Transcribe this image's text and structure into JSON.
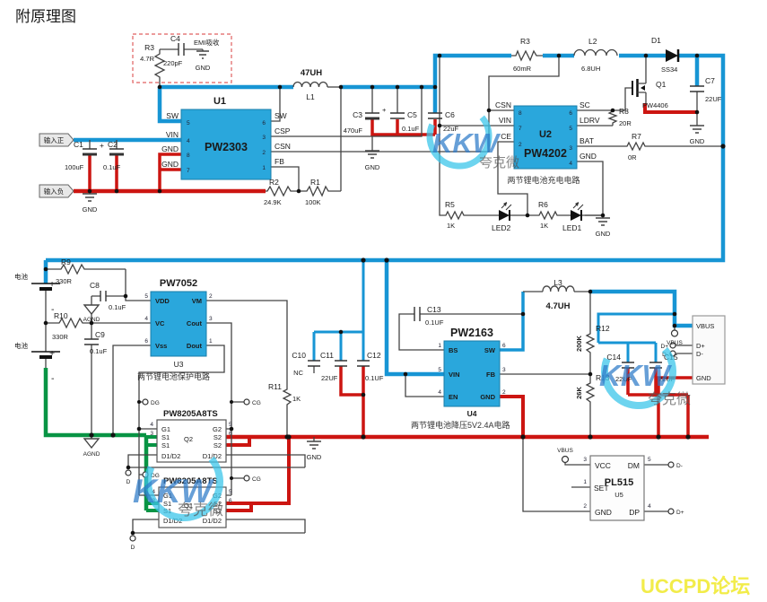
{
  "title": "附原理图",
  "watermark": {
    "kkw": "KKW",
    "kuakewei": "夸克微",
    "forum": "UCCPD论坛"
  },
  "tags": {
    "in_pos": "输入正",
    "in_neg": "输入负",
    "battery": "电池",
    "gnd": "GND",
    "agnd": "AGND",
    "plus": "+",
    "minus": "-",
    "nc": "NC"
  },
  "emi": {
    "c_ref": "C4",
    "c_val": "220pF",
    "label": "EMI吸收",
    "r_ref": "R3",
    "r_val": "4.7R"
  },
  "ics": {
    "u1": {
      "ref": "U1",
      "part": "PW2303",
      "left": [
        {
          "n": "5",
          "l": "SW"
        },
        {
          "n": "4",
          "l": "VIN"
        },
        {
          "n": "8",
          "l": "GND"
        },
        {
          "n": "7",
          "l": "GND"
        }
      ],
      "right": [
        {
          "n": "6",
          "l": "SW"
        },
        {
          "n": "3",
          "l": "CSP"
        },
        {
          "n": "2",
          "l": "CSN"
        },
        {
          "n": "1",
          "l": "FB"
        }
      ]
    },
    "u2": {
      "ref": "U2",
      "part": "PW4202",
      "caption": "两节锂电池充电电路",
      "left": [
        {
          "n": "8",
          "l": "CSN"
        },
        {
          "n": "7",
          "l": "VIN"
        },
        {
          "n": "2",
          "l": "CE"
        }
      ],
      "right": [
        {
          "n": "6",
          "l": "SC"
        },
        {
          "n": "5",
          "l": "LDRV"
        },
        {
          "n": "3",
          "l": "BAT"
        },
        {
          "n": "4",
          "l": "GND"
        }
      ]
    },
    "u3": {
      "ref": "U3",
      "part": "PW7052",
      "caption": "两节锂电池保护电路",
      "left": [
        {
          "n": "5",
          "l": "VDD"
        },
        {
          "n": "4",
          "l": "VC"
        },
        {
          "n": "6",
          "l": "Vss"
        }
      ],
      "right": [
        {
          "n": "2",
          "l": "VM"
        },
        {
          "n": "3",
          "l": "Cout"
        },
        {
          "n": "1",
          "l": "Dout"
        }
      ]
    },
    "u4": {
      "ref": "U4",
      "part": "PW2163",
      "caption": "两节锂电池降压5V2.4A电路",
      "left": [
        {
          "n": "1",
          "l": "BS"
        },
        {
          "n": "5",
          "l": "VIN"
        },
        {
          "n": "4",
          "l": "EN"
        }
      ],
      "right": [
        {
          "n": "6",
          "l": "SW"
        },
        {
          "n": "3",
          "l": "FB"
        },
        {
          "n": "2",
          "l": "GND"
        }
      ]
    },
    "u5": {
      "ref": "U5",
      "part": "PL515",
      "left": [
        {
          "n": "3",
          "l": "VCC"
        },
        {
          "n": "1",
          "l": "SET"
        },
        {
          "n": "2",
          "l": "GND"
        }
      ],
      "right": [
        {
          "n": "5",
          "l": "DM"
        },
        {
          "n": "4",
          "l": "DP"
        }
      ]
    }
  },
  "fets": {
    "part": "PW8205A8TS",
    "ref_top": "Q2",
    "ref_bottom": "Q1",
    "g1": "G1",
    "s1": "S1",
    "g2": "G2",
    "s2": "S2",
    "d": "D1/D2",
    "nums_left": [
      "4",
      "3"
    ],
    "nums_right": [
      "5",
      "6"
    ]
  },
  "tp": {
    "dg": "DG",
    "cg": "CG",
    "d": "D",
    "vbus": "VBUS",
    "dp": "D+",
    "dm": "D-"
  },
  "conn": {
    "p1": "VBUS",
    "p2": "D+",
    "p3": "D-",
    "p4": "GND"
  },
  "parts": {
    "c1": {
      "r": "C1",
      "v": "100uF"
    },
    "c2": {
      "r": "C2",
      "v": "0.1uF"
    },
    "c3": {
      "r": "C3",
      "v": "470uF"
    },
    "c5": {
      "r": "C5",
      "v": "0.1uF"
    },
    "c6": {
      "r": "C6",
      "v": "22uF"
    },
    "c7": {
      "r": "C7",
      "v": "22UF"
    },
    "c8": {
      "r": "C8",
      "v": "0.1uF"
    },
    "c9": {
      "r": "C9",
      "v": "0.1uF"
    },
    "c10": {
      "r": "C10",
      "v": "NC"
    },
    "c11": {
      "r": "C11",
      "v": "22UF"
    },
    "c12": {
      "r": "C12",
      "v": "0.1UF"
    },
    "c13": {
      "r": "C13",
      "v": "0.1UF"
    },
    "c14": {
      "r": "C14",
      "v": "22UF"
    },
    "c15": {
      "r": "C15",
      "v": "22UF"
    },
    "r1": {
      "r": "R1",
      "v": "100K"
    },
    "r2": {
      "r": "R2",
      "v": "24.9K"
    },
    "r3s": {
      "r": "R3",
      "v": "60mR"
    },
    "r5": {
      "r": "R5",
      "v": "1K"
    },
    "r6": {
      "r": "R6",
      "v": "1K"
    },
    "r7": {
      "r": "R7",
      "v": "0R"
    },
    "r8": {
      "r": "R8",
      "v": "20R"
    },
    "r9": {
      "r": "R9",
      "v": "330R"
    },
    "r10": {
      "r": "R10",
      "v": "330R"
    },
    "r11": {
      "r": "R11",
      "v": "1K"
    },
    "r12": {
      "r": "R12",
      "v": "200K"
    },
    "r13": {
      "r": "R13",
      "v": "26K"
    },
    "l1": {
      "r": "L1",
      "v": "47UH"
    },
    "l2": {
      "r": "L2",
      "v": "6.8UH"
    },
    "l3": {
      "r": "L3",
      "v": "4.7UH"
    },
    "d1": {
      "r": "D1",
      "v": "SS34"
    },
    "q1": {
      "r": "Q1",
      "v": "PW4406"
    },
    "led1": {
      "r": "LED1"
    },
    "led2": {
      "r": "LED2"
    }
  },
  "colors": {
    "wire_blue": "#1795d4",
    "wire_red": "#cc1511",
    "wire_green": "#089444",
    "ic_fill": "#2aa7dc",
    "emi_box": "#e06060",
    "forum_yellow": "#f2ec4a",
    "wm_blue": "#2e7bc9",
    "wm_cyan": "#3cc6ea"
  }
}
